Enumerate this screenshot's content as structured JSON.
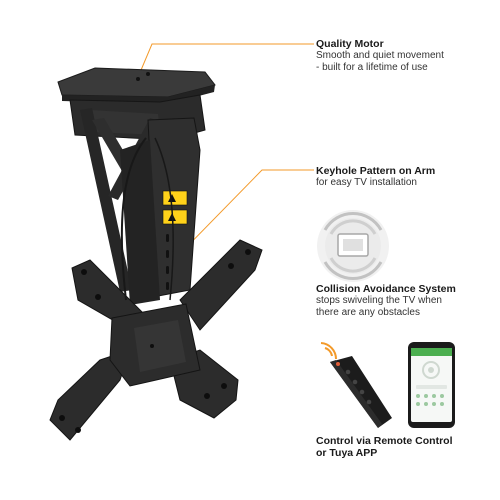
{
  "accent_color": "#f39a2a",
  "features": {
    "motor": {
      "title": "Quality Motor",
      "desc": "Smooth and quiet movement\n- built for a lifetime of use"
    },
    "keyhole": {
      "title": "Keyhole Pattern on Arm",
      "desc": "for easy TV installation"
    },
    "collision": {
      "title": "Collision Avoidance System",
      "desc": "stops swiveling the TV when\nthere are any obstacles"
    },
    "control": {
      "title": "Control via Remote Control\nor Tuya APP"
    }
  },
  "icons": {
    "collision": "collision-sensor-icon",
    "remote": "remote-control-icon",
    "phone": "smartphone-app-icon"
  }
}
